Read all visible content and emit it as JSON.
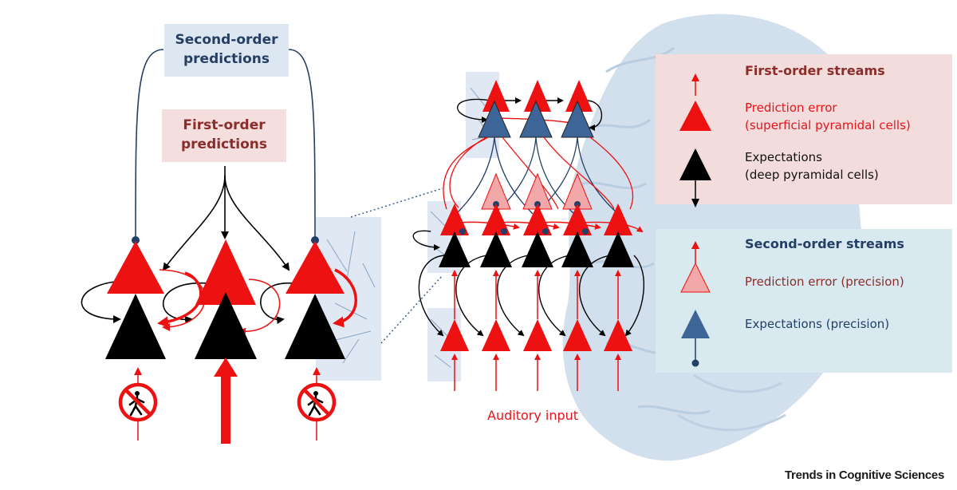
{
  "boxes": {
    "second_order": [
      "Second-order",
      "predictions"
    ],
    "first_order": [
      "First-order",
      "predictions"
    ]
  },
  "legend": {
    "first_title": "First-order streams",
    "first_pe": [
      "Prediction error",
      "(superficial pyramidal cells)"
    ],
    "first_exp": [
      "Expectations",
      "(deep pyramidal cells)"
    ],
    "second_title": "Second-order streams",
    "second_pe": "Prediction error (precision)",
    "second_exp": "Expectations (precision)"
  },
  "auditory_label": "Auditory input",
  "journal": "Trends in Cognitive Sciences",
  "icons": [
    "no-pedestrian-icon",
    "no-pedestrian-icon"
  ],
  "colors": {
    "red": "#ee1111",
    "black": "#000000",
    "navy": "#243f66",
    "blue_tri": "#3e6597",
    "pink_tri": "#f2a8a8",
    "first_text": "#8b2d2a",
    "legend_red": "#e8141c"
  }
}
